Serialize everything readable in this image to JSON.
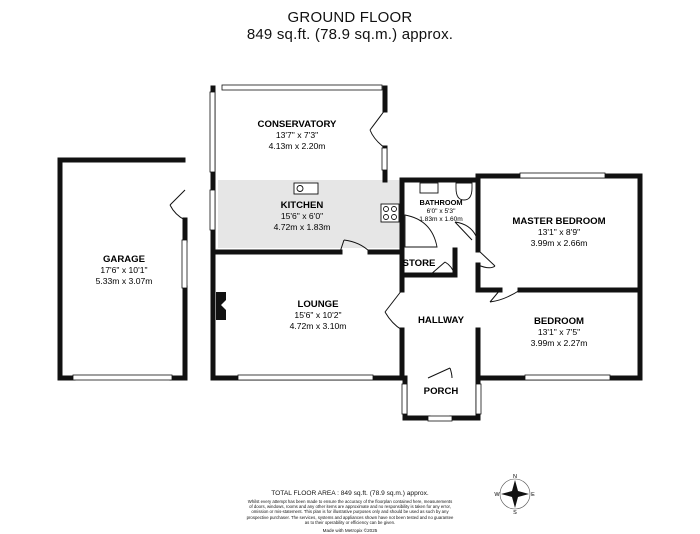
{
  "header": {
    "title": "GROUND FLOOR",
    "area": "849 sq.ft. (78.9 sq.m.) approx."
  },
  "rooms": {
    "conservatory": {
      "name": "CONSERVATORY",
      "imperial": "13'7\" x 7'3\"",
      "metric": "4.13m  x 2.20m"
    },
    "kitchen": {
      "name": "KITCHEN",
      "imperial": "15'6\" x 6'0\"",
      "metric": "4.72m  x 1.83m"
    },
    "garage": {
      "name": "GARAGE",
      "imperial": "17'6\" x 10'1\"",
      "metric": "5.33m  x 3.07m"
    },
    "lounge": {
      "name": "LOUNGE",
      "imperial": "15'6\" x 10'2\"",
      "metric": "4.72m  x 3.10m"
    },
    "bathroom": {
      "name": "BATHROOM",
      "imperial": "6'0\" x 5'3\"",
      "metric": "1.83m  x 1.60m"
    },
    "master_bedroom": {
      "name": "MASTER BEDROOM",
      "imperial": "13'1\" x 8'9\"",
      "metric": "3.99m  x 2.66m"
    },
    "bedroom": {
      "name": "BEDROOM",
      "imperial": "13'1\" x 7'5\"",
      "metric": "3.99m  x 2.27m"
    },
    "store": {
      "name": "STORE"
    },
    "hallway": {
      "name": "HALLWAY"
    },
    "porch": {
      "name": "PORCH"
    }
  },
  "compass": {
    "n": "N",
    "e": "E",
    "s": "S",
    "w": "W"
  },
  "footer": {
    "total": "TOTAL FLOOR AREA : 849 sq.ft. (78.9 sq.m.) approx.",
    "disclaimer": [
      "Whilst every attempt has been made to ensure the accuracy of the floorplan contained here, measurements",
      "of doors, windows, rooms and any other items are approximate and no responsibility is taken for any error,",
      "omission or mis-statement. This plan is for illustrative purposes only and should be used as such by any",
      "prospective purchaser. The services, systems and appliances shown have not been tested and no guarantee",
      "as to their operability or efficiency can be given."
    ],
    "made_with": "Made with Metropix ©2025"
  },
  "colors": {
    "wall": "#111111",
    "kitchen_floor": "#e6e6e6",
    "background": "#ffffff"
  }
}
